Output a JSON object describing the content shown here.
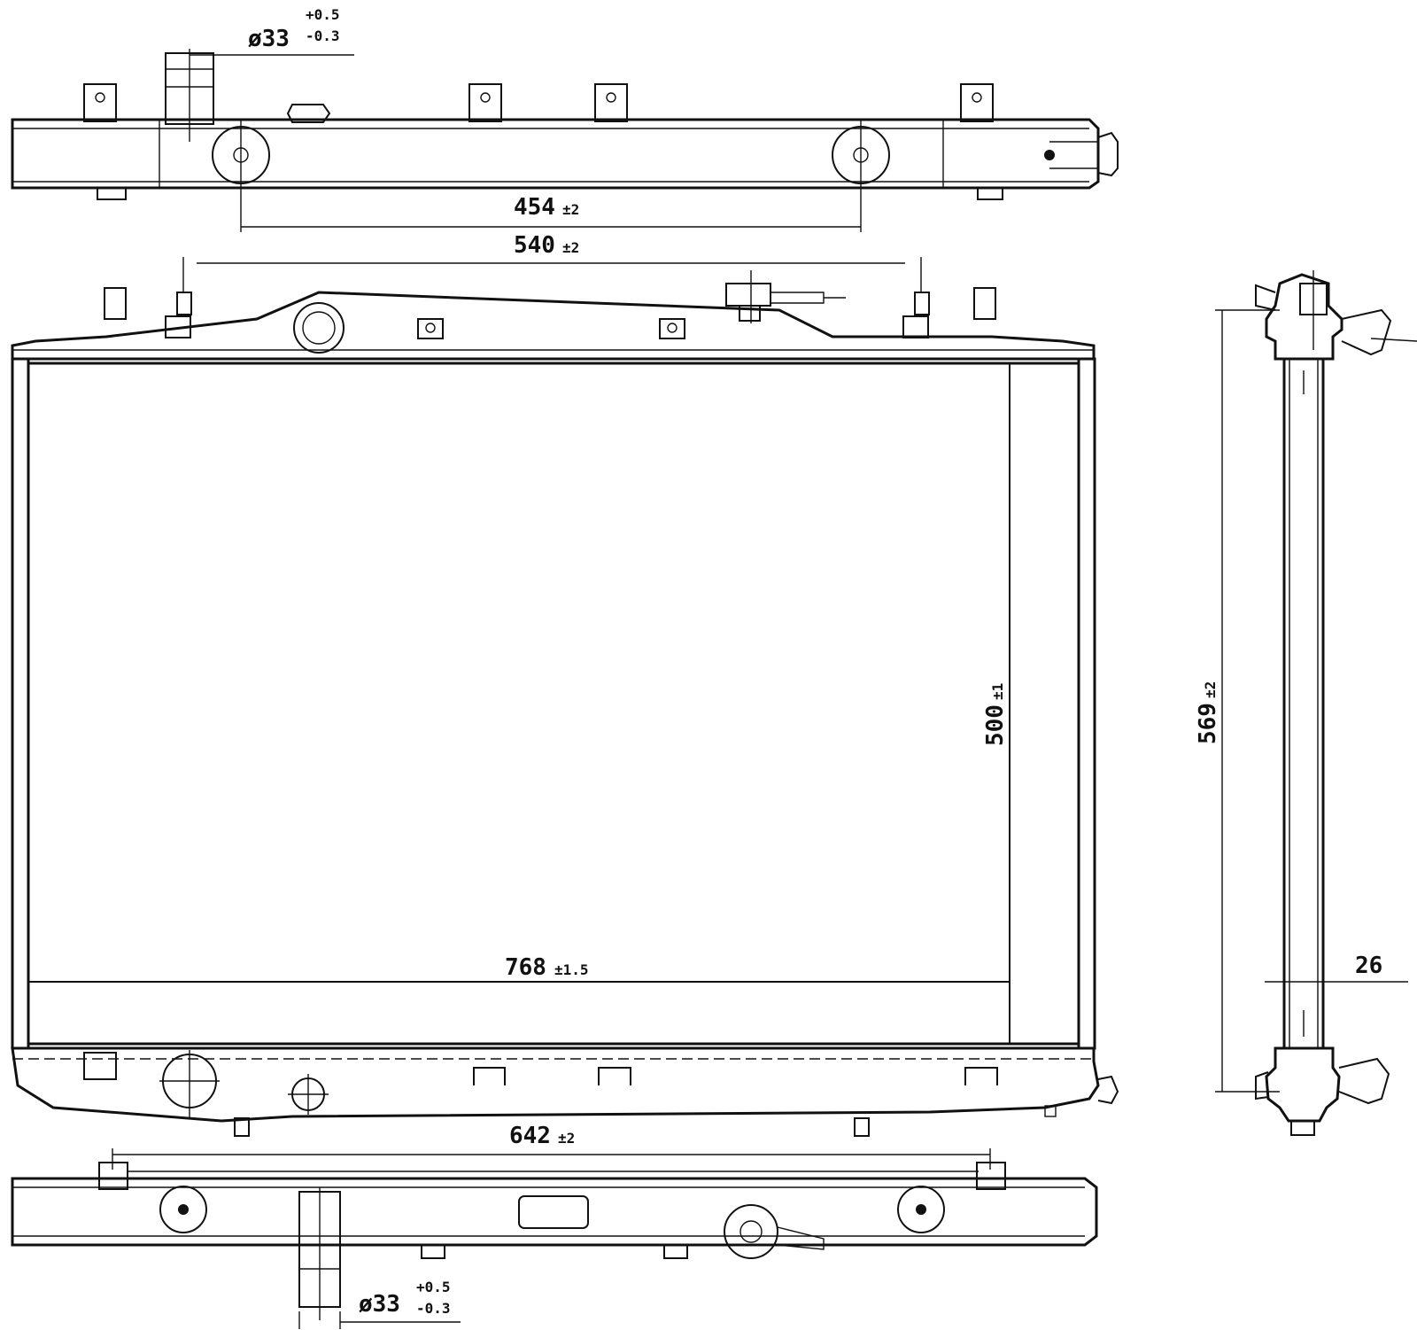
{
  "dimensions": {
    "inlet_diameter_top": {
      "base": "ø33",
      "upper_tol": "+0.5",
      "lower_tol": "-0.3"
    },
    "mount_spacing_top": {
      "value": "454",
      "tol": "±2"
    },
    "bracket_spacing": {
      "value": "540",
      "tol": "±2"
    },
    "core_height": {
      "value": "500",
      "tol": "±1"
    },
    "core_width": {
      "value": "768",
      "tol": "±1.5"
    },
    "bottom_mount_spacing": {
      "value": "642",
      "tol": "±2"
    },
    "outlet_diameter_bottom": {
      "base": "ø33",
      "upper_tol": "+0.5",
      "lower_tol": "-0.3"
    },
    "overall_height": {
      "value": "569",
      "tol": "±2"
    },
    "core_thickness": {
      "value": "26"
    }
  },
  "colors": {
    "line": "#111111",
    "background": "#ffffff"
  }
}
